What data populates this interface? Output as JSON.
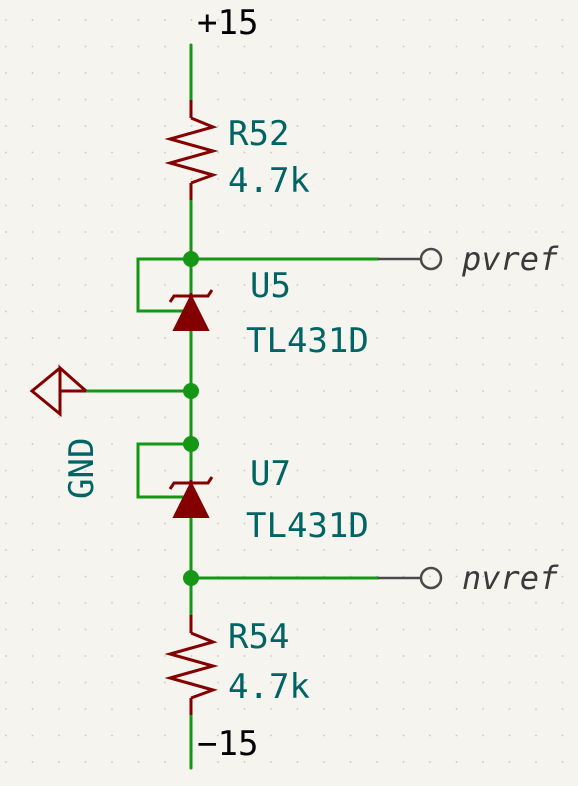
{
  "power": {
    "top": "+15",
    "bottom": "−15"
  },
  "resistors": {
    "r52": {
      "ref": "R52",
      "value": "4.7k"
    },
    "r54": {
      "ref": "R54",
      "value": "4.7k"
    }
  },
  "references": {
    "u5": {
      "ref": "U5",
      "value": "TL431D"
    },
    "u7": {
      "ref": "U7",
      "value": "TL431D"
    }
  },
  "ground": {
    "label": "GND"
  },
  "labels": {
    "pvref": "pvref",
    "nvref": "nvref"
  },
  "colors": {
    "background": "#f5f4ef",
    "grid": "#c9c8c2",
    "wire": "#159615",
    "component": "#840000",
    "ref_text": "#006464",
    "power_text": "#000000",
    "label_text": "#3a3a3a",
    "label_pin": "#4a4a4a"
  }
}
